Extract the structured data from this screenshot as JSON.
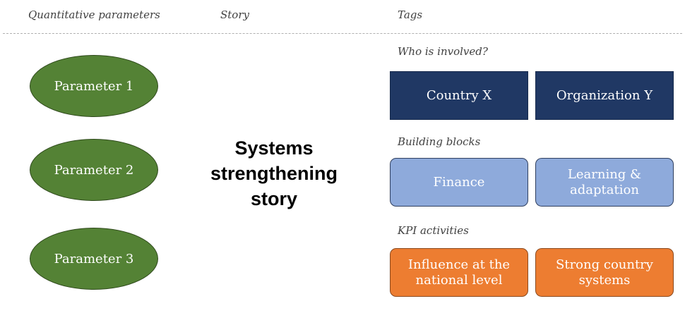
{
  "headers": {
    "quantitative": "Quantitative parameters",
    "story": "Story",
    "tags": "Tags"
  },
  "parameters": [
    "Parameter 1",
    "Parameter 2",
    "Parameter 3"
  ],
  "story": {
    "line1": "Systems",
    "line2": "strengthening",
    "line3": "story"
  },
  "tag_groups": [
    {
      "label": "Who is involved?",
      "style": "dark",
      "tags": [
        "Country X",
        "Organization Y"
      ]
    },
    {
      "label": "Building blocks",
      "style": "light",
      "tags": [
        "Finance",
        "Learning & adaptation"
      ]
    },
    {
      "label": "KPI activities",
      "style": "orange",
      "tags": [
        "Influence at the national level",
        "Strong country systems"
      ]
    }
  ],
  "colors": {
    "parameter_fill": "#548235",
    "dark_tag": "#203864",
    "light_tag": "#8eaadb",
    "orange_tag": "#ed7d31"
  }
}
